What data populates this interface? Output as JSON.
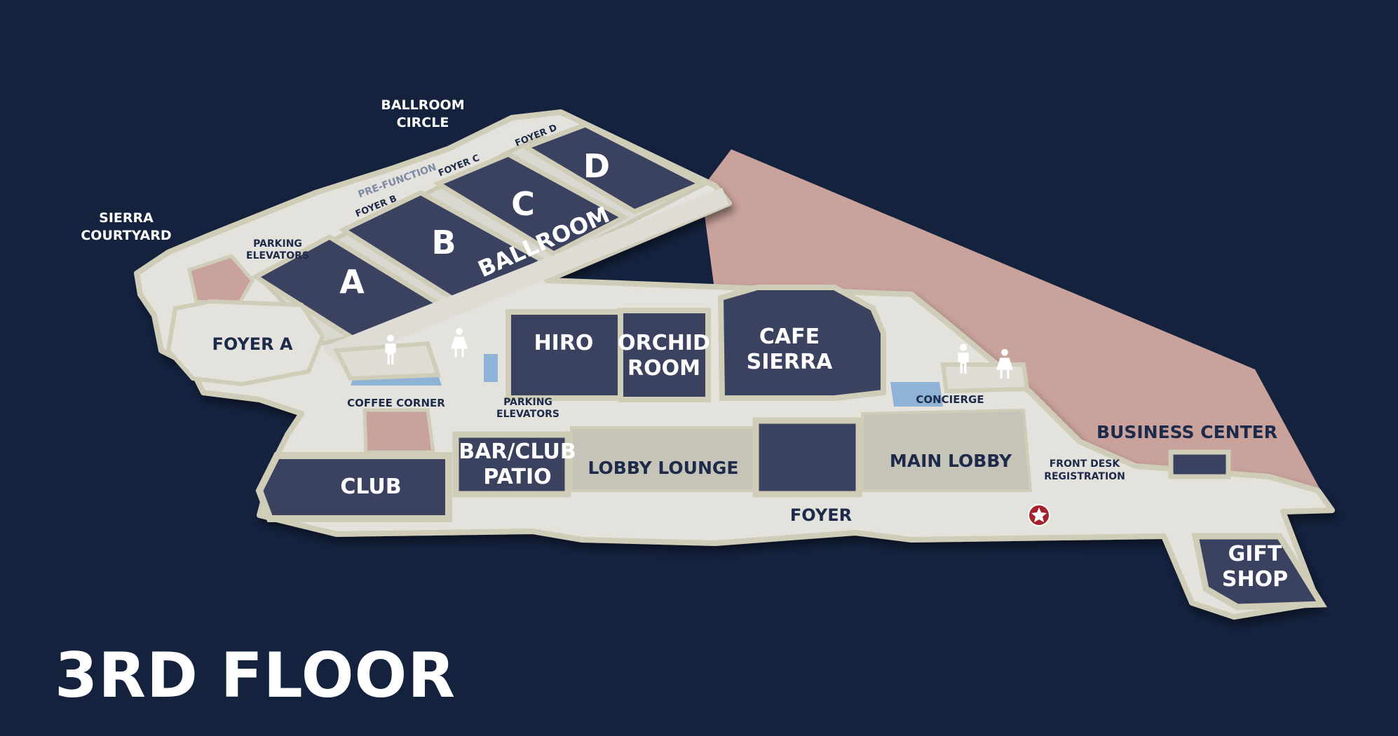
{
  "floor_title": "3RD FLOOR",
  "colors": {
    "background": "#14223e",
    "room": "#3b4260",
    "corridor": "#dcdcd6",
    "lounge": "#c6c4b8",
    "wall": "#cfccb8",
    "outdoor": "#c9a39b",
    "water": "#8fb3d6",
    "marker": "#a3222c"
  },
  "rooms": {
    "ballroom": "BALLROOM",
    "a": "A",
    "b": "B",
    "c": "C",
    "d": "D",
    "hiro": "HIRO",
    "orchid_1": "ORCHID",
    "orchid_2": "ROOM",
    "cafe_1": "CAFE",
    "cafe_2": "SIERRA",
    "club": "CLUB",
    "bar_1": "BAR/CLUB",
    "bar_2": "PATIO",
    "lobby_lounge": "LOBBY LOUNGE",
    "main_lobby": "MAIN LOBBY",
    "foyer": "FOYER",
    "foyer_a": "FOYER A",
    "gift_1": "GIFT",
    "gift_2": "SHOP",
    "business_center": "BUSINESS CENTER"
  },
  "labels": {
    "ballroom_circle_1": "BALLROOM",
    "ballroom_circle_2": "CIRCLE",
    "sierra_courtyard_1": "SIERRA",
    "sierra_courtyard_2": "COURTYARD",
    "parking_elev_top_1": "PARKING",
    "parking_elev_top_2": "ELEVATORS",
    "parking_elev_mid_1": "PARKING",
    "parking_elev_mid_2": "ELEVATORS",
    "coffee_corner": "COFFEE CORNER",
    "concierge": "CONCIERGE",
    "front_desk_1": "FRONT DESK",
    "front_desk_2": "REGISTRATION",
    "pre_function": "PRE-FUNCTION",
    "foyer_b": "FOYER B",
    "foyer_c": "FOYER C",
    "foyer_d": "FOYER D"
  },
  "icons": {
    "restroom_men": "restroom-men-icon",
    "restroom_women": "restroom-women-icon",
    "you_are_here": "star-marker-icon"
  }
}
